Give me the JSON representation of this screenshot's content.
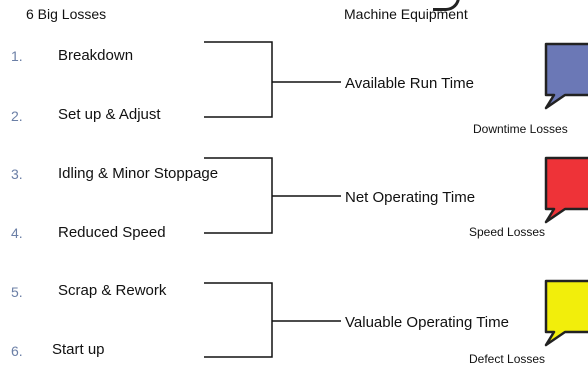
{
  "headers": {
    "left": "6 Big Losses",
    "right": "Machine Equipment"
  },
  "losses": [
    {
      "number": "1.",
      "label": "Breakdown"
    },
    {
      "number": "2.",
      "label": "Set up & Adjust"
    },
    {
      "number": "3.",
      "label": "Idling & Minor Stoppage"
    },
    {
      "number": "4.",
      "label": "Reduced Speed"
    },
    {
      "number": "5.",
      "label": "Scrap & Rework"
    },
    {
      "number": "6.",
      "label": "Start up"
    }
  ],
  "results": [
    {
      "label": "Available Run Time"
    },
    {
      "label": "Net Operating Time"
    },
    {
      "label": "Valuable Operating Time"
    }
  ],
  "callouts": [
    {
      "caption": "Downtime Losses",
      "color": "#6b78b6"
    },
    {
      "caption": "Speed Losses",
      "color": "#ee3338"
    },
    {
      "caption": "Defect Losses",
      "color": "#f2ee0b"
    }
  ],
  "colors": {
    "line": "#111111",
    "number": "#6b7fa6",
    "outline": "#222222"
  }
}
